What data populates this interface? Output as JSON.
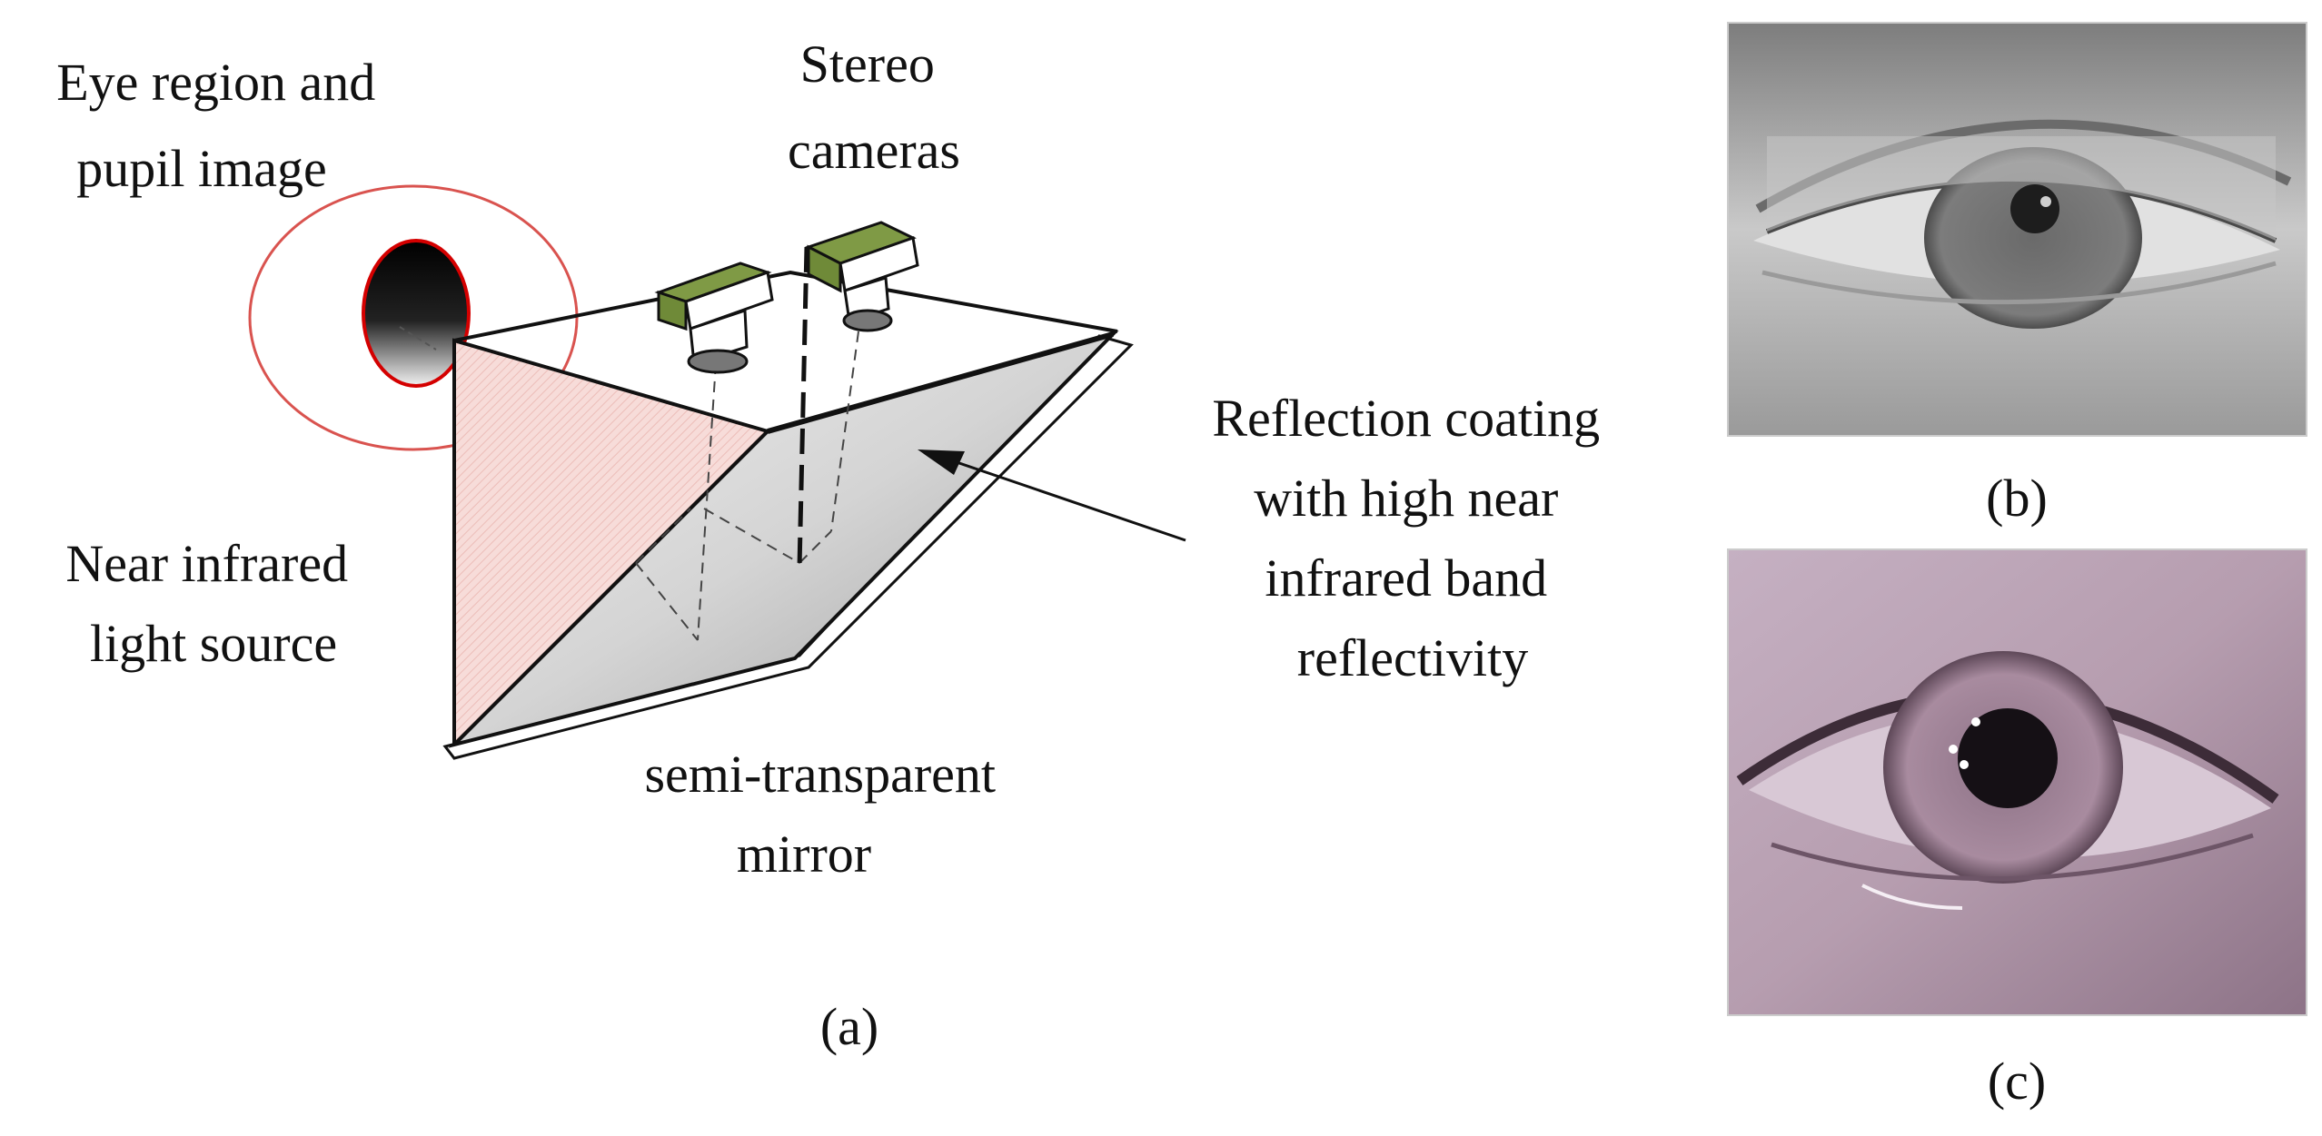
{
  "panel_a": {
    "label": "(a)",
    "eye_region_label": [
      "Eye region and",
      "pupil image"
    ],
    "stereo_cameras_label": [
      "Stereo",
      "cameras"
    ],
    "light_source_label": [
      "Near infrared",
      "light source"
    ],
    "mirror_label": [
      "semi-transparent",
      "mirror"
    ],
    "coating_label": [
      "Reflection coating",
      "with high near",
      "infrared band",
      "reflectivity"
    ]
  },
  "panel_b": {
    "label": "(b)"
  },
  "panel_c": {
    "label": "(c)"
  },
  "colors": {
    "camera_green": "#6f8a38",
    "eye_outline_red": "#d9534f",
    "pupil_rim_red": "#d40000",
    "light_source_fill": "#f6d9d6",
    "mirror_gray": "#cfcfcf",
    "photo_b_gray": "#8e8e8e",
    "photo_c_mauve": "#b49aae"
  }
}
